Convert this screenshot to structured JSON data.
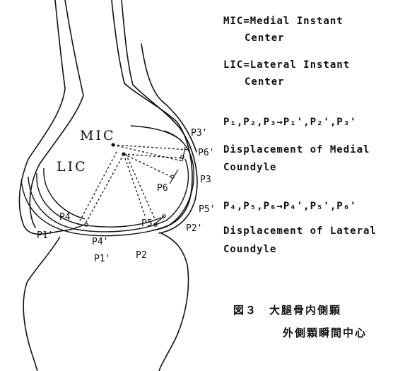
{
  "labels": {
    "mic": "MIC",
    "lic": "LIC",
    "p3p": "P3'",
    "p6p": "P6'",
    "p3": "P3",
    "p6": "P6",
    "p5p": "P5'",
    "p2p": "P2'",
    "p4": "P4",
    "p4p": "P4'",
    "p5": "P5",
    "p1p_left": "P1'",
    "p1p": "P1'",
    "p2": "P2"
  },
  "legend": {
    "mic_line1": "MIC=Medial Instant",
    "mic_line2": "Center",
    "lic_line1": "LIC=Lateral Instant",
    "lic_line2": "Center",
    "medial_points": "P₁,P₂,P₃→P₁',P₂',P₃'",
    "medial_line1": "Displacement of Medial",
    "medial_line2": "Coundyle",
    "lateral_points": "P₄,P₅,P₆→P₄',P₅',P₆'",
    "lateral_line1": "Displacement of Lateral",
    "lateral_line2": "Coundyle"
  },
  "caption": {
    "line1": "図３　大腿骨内側顆",
    "line2": "外側顆瞬間中心"
  }
}
